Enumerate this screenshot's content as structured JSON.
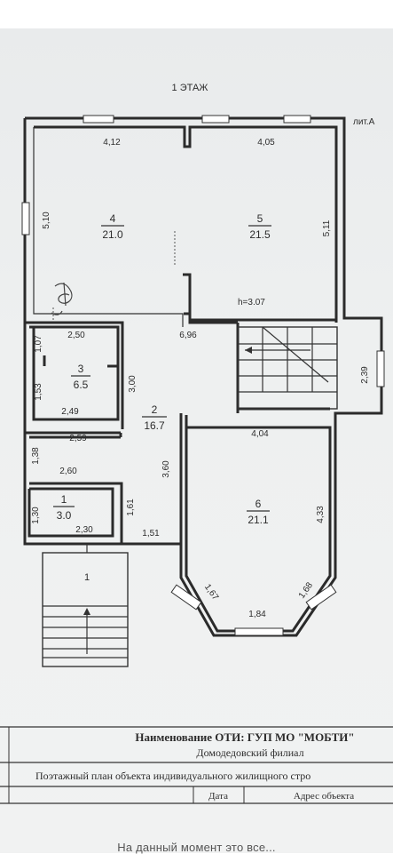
{
  "header": {
    "floor_label": "1 ЭТАЖ",
    "liter": "лит.А"
  },
  "rooms": [
    {
      "number": "1",
      "area": "3.0"
    },
    {
      "number": "2",
      "area": "16.7"
    },
    {
      "number": "3",
      "area": "6.5"
    },
    {
      "number": "4",
      "area": "21.0"
    },
    {
      "number": "5",
      "area": "21.5"
    },
    {
      "number": "6",
      "area": "21.1"
    }
  ],
  "porch_label": "1",
  "ceiling_height": "h=3.07",
  "dimensions": {
    "room4_width": "4,12",
    "room4_height": "5,10",
    "room5_width": "4,05",
    "room5_height": "5,11",
    "hall_length": "6,96",
    "room3_top": "2,50",
    "room3_left_upper": "1,07",
    "room3_left_lower": "1,53",
    "room3_bottom": "2,49",
    "room3_right": "3,00",
    "corridor_top": "2,59",
    "corridor_left": "1,38",
    "corridor_bottom": "2,60",
    "hall_right": "3,60",
    "room1_left": "1,30",
    "room1_bottom": "2,30",
    "room1_right": "1,61",
    "hall_bottom": "1,51",
    "stair_right": "2,39",
    "room6_width": "4,04",
    "room6_height": "4,33",
    "bay_left": "1,67",
    "bay_center": "1,84",
    "bay_right": "1,68"
  },
  "title_block": {
    "org_line": "Наименование ОТИ: ГУП МО \"МОБТИ\"",
    "branch_line": "Домодедовский филиал",
    "plan_line": "Поэтажный план объекта индивидуального жилищного стро",
    "date_label": "Дата",
    "address_label": "Адрес объекта"
  },
  "footer_note": "На данный момент это все..."
}
